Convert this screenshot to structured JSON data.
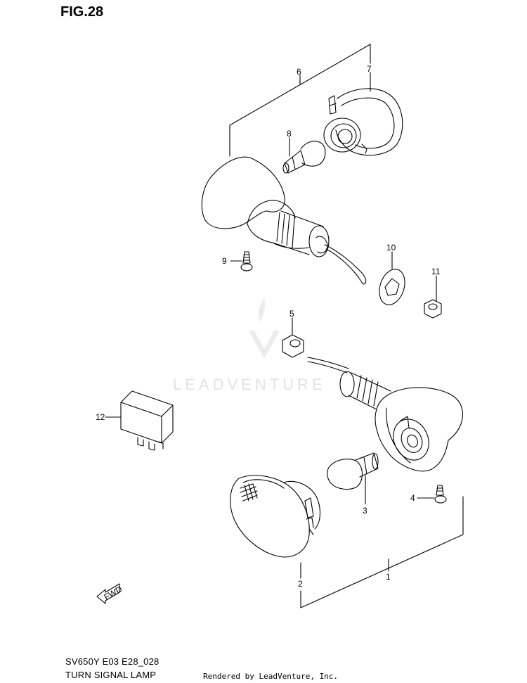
{
  "figure": {
    "title": "FIG.28",
    "model_code": "SV650Y E03 E28_028",
    "caption": "TURN SIGNAL LAMP"
  },
  "footer": {
    "credit": "Rendered by LeadVenture, Inc."
  },
  "watermark": {
    "text": "LEADVENTURE"
  },
  "direction_marker": {
    "label": "FWD"
  },
  "callouts": [
    {
      "id": "c1",
      "label": "1"
    },
    {
      "id": "c2",
      "label": "2"
    },
    {
      "id": "c3",
      "label": "3"
    },
    {
      "id": "c4",
      "label": "4"
    },
    {
      "id": "c5",
      "label": "5"
    },
    {
      "id": "c6",
      "label": "6"
    },
    {
      "id": "c7",
      "label": "7"
    },
    {
      "id": "c8",
      "label": "8"
    },
    {
      "id": "c9",
      "label": "9"
    },
    {
      "id": "c10",
      "label": "10"
    },
    {
      "id": "c11",
      "label": "11"
    },
    {
      "id": "c12",
      "label": "12"
    }
  ],
  "colors": {
    "line": "#000000",
    "background": "#ffffff",
    "watermark": "#e3e3e3"
  }
}
